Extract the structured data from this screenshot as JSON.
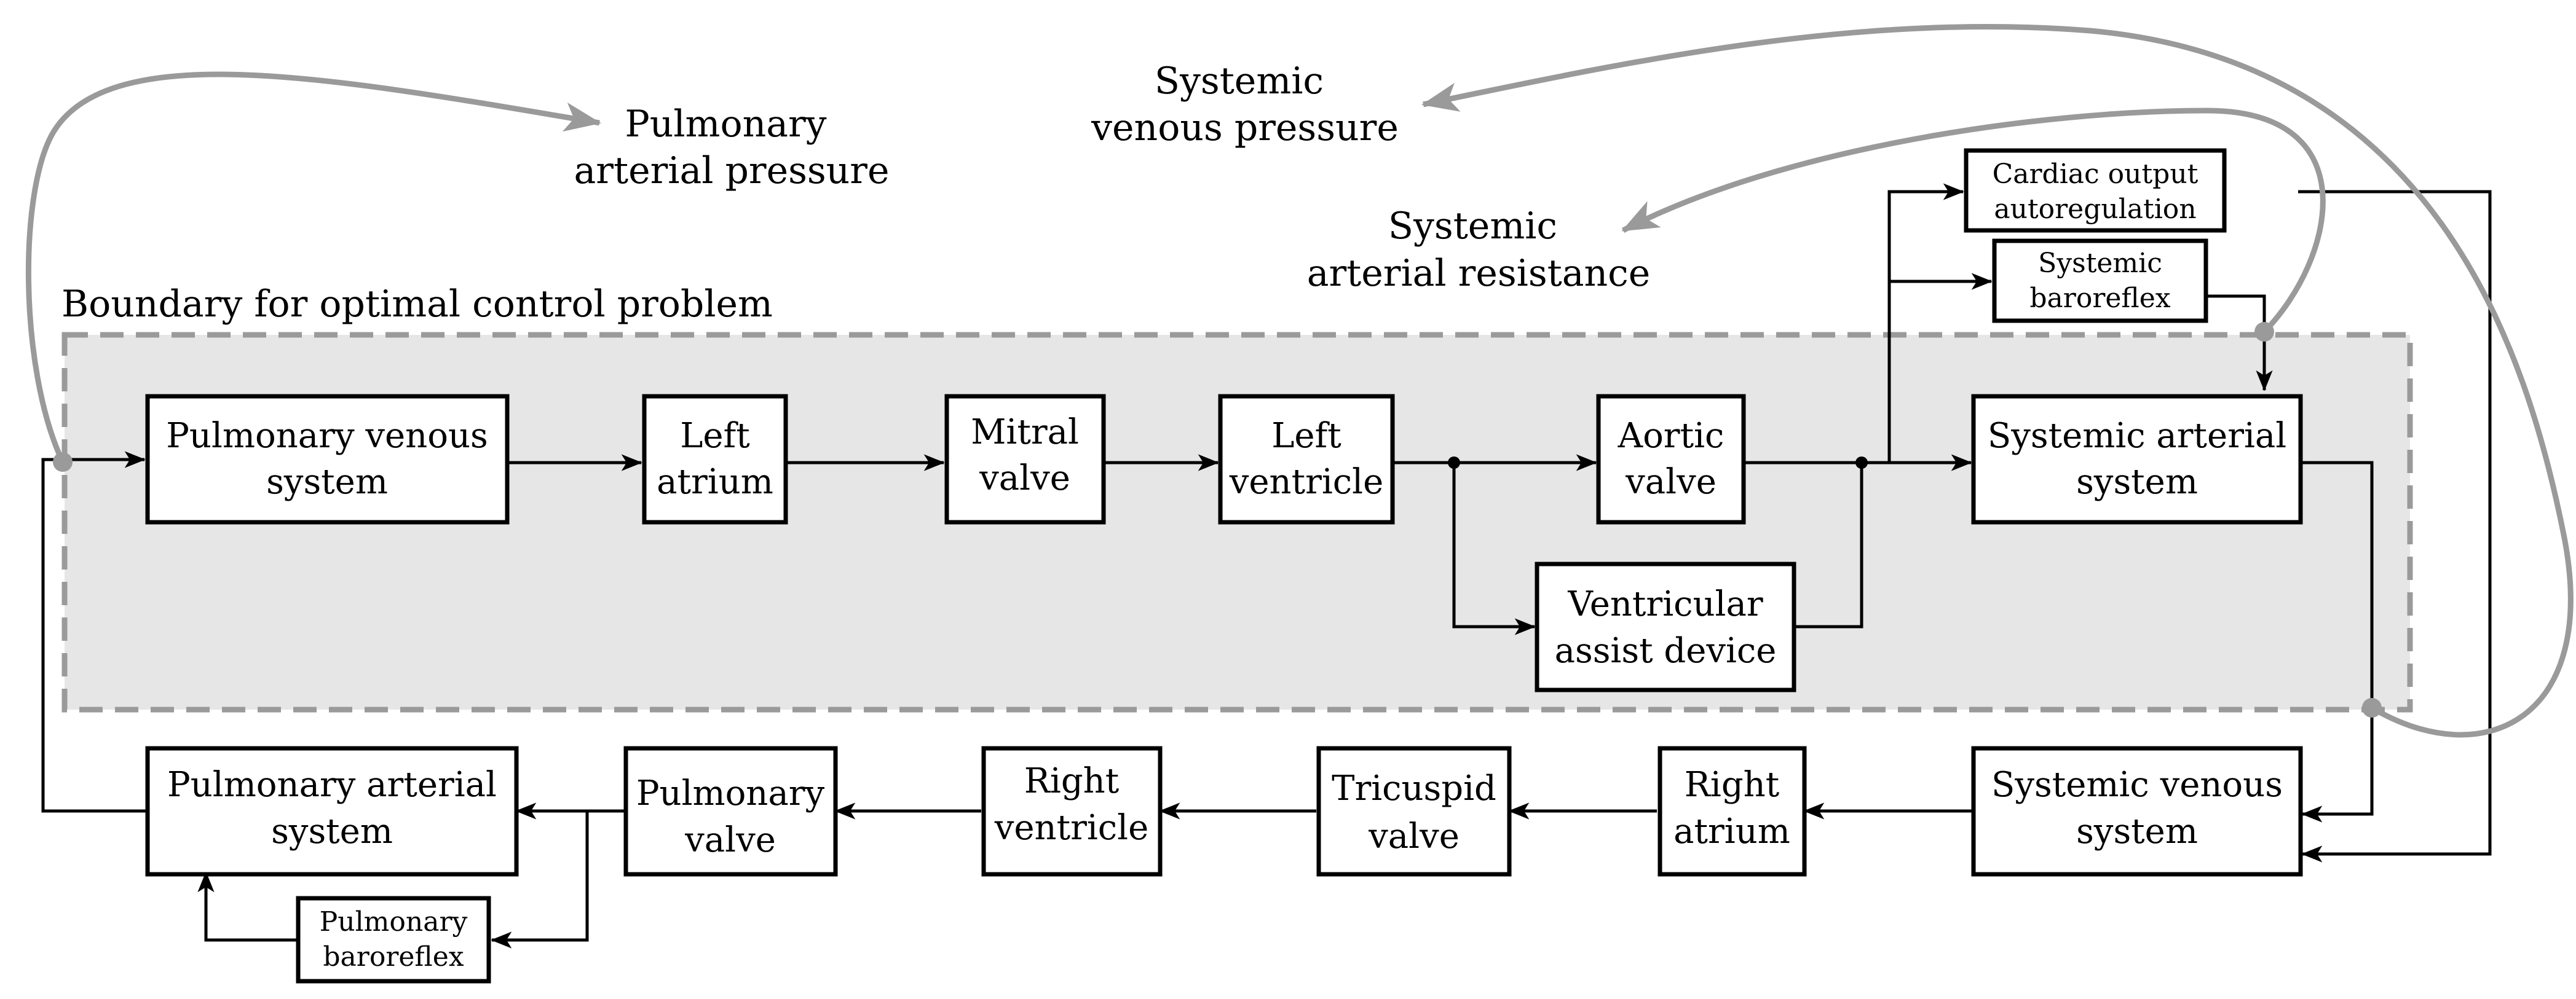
{
  "boundary": {
    "label": "Boundary for optimal control problem"
  },
  "blocks": {
    "pulmonary_venous_system": [
      "Pulmonary venous",
      "system"
    ],
    "left_atrium": [
      "Left",
      "atrium"
    ],
    "mitral_valve": [
      "Mitral",
      "valve"
    ],
    "left_ventricle": [
      "Left",
      "ventricle"
    ],
    "aortic_valve": [
      "Aortic",
      "valve"
    ],
    "ventricular_assist_device": [
      "Ventricular",
      "assist device"
    ],
    "systemic_arterial_system": [
      "Systemic arterial",
      "system"
    ],
    "cardiac_output_autoregulation": [
      "Cardiac output",
      "autoregulation"
    ],
    "systemic_baroreflex": [
      "Systemic",
      "baroreflex"
    ],
    "systemic_venous_system": [
      "Systemic venous",
      "system"
    ],
    "right_atrium": [
      "Right",
      "atrium"
    ],
    "tricuspid_valve": [
      "Tricuspid",
      "valve"
    ],
    "right_ventricle": [
      "Right",
      "ventricle"
    ],
    "pulmonary_valve": [
      "Pulmonary",
      "valve"
    ],
    "pulmonary_arterial_system": [
      "Pulmonary arterial",
      "system"
    ],
    "pulmonary_baroreflex": [
      "Pulmonary",
      "baroreflex"
    ]
  },
  "feedback_labels": {
    "pulmonary_arterial_pressure": [
      "Pulmonary",
      "arterial pressure"
    ],
    "systemic_venous_pressure": [
      "Systemic",
      "venous pressure"
    ],
    "systemic_arterial_resistance": [
      "Systemic",
      "arterial resistance"
    ]
  },
  "colors": {
    "boundary_fill": "#e6e6e6",
    "boundary_stroke": "#9a9a9a",
    "feedback_arrow": "#9a9a9a",
    "flow_line": "#000000"
  }
}
